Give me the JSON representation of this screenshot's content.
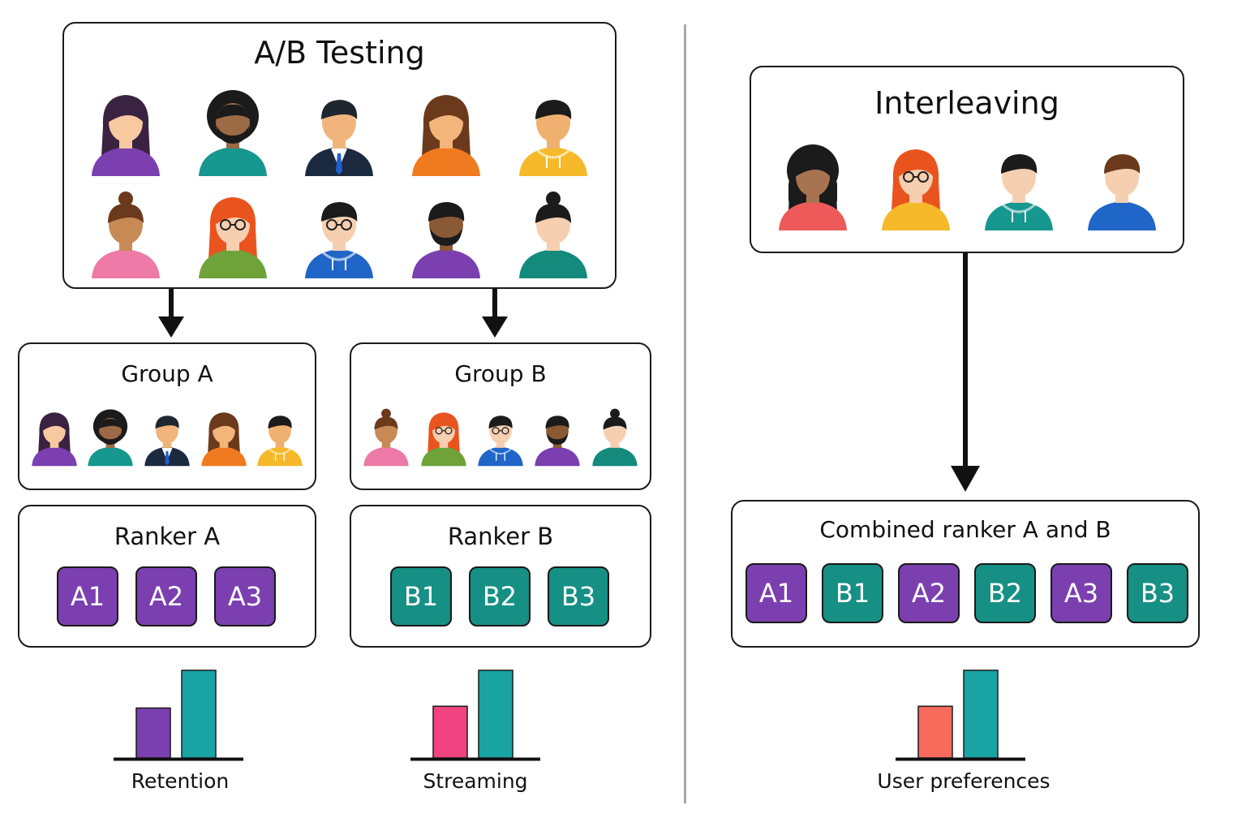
{
  "ab": {
    "title": "A/B Testing",
    "people": [
      {
        "skin": "#f8c8a0",
        "hair": "#3a2340",
        "shirt": "#7b3fb0",
        "style": "long"
      },
      {
        "skin": "#9c6b45",
        "hair": "#1b1b1b",
        "shirt": "#16978f",
        "style": "afro-beard"
      },
      {
        "skin": "#f1b57c",
        "hair": "#1f2630",
        "shirt": "#1c2a40",
        "style": "suit"
      },
      {
        "skin": "#f3b57a",
        "hair": "#6b3a1c",
        "shirt": "#f07a20",
        "style": "long"
      },
      {
        "skin": "#f0b070",
        "hair": "#1b1b1b",
        "shirt": "#f5b92a",
        "style": "hoodie"
      },
      {
        "skin": "#c78a55",
        "hair": "#6b3a1c",
        "shirt": "#ee7aa7",
        "style": "bun"
      },
      {
        "skin": "#f6cfb0",
        "hair": "#e9541e",
        "shirt": "#6fa33a",
        "style": "long-glasses"
      },
      {
        "skin": "#f6cfb0",
        "hair": "#1b1b1b",
        "shirt": "#2066c8",
        "style": "hoodie-glasses"
      },
      {
        "skin": "#8a5a35",
        "hair": "#1b1b1b",
        "shirt": "#7b3fb0",
        "style": "beard"
      },
      {
        "skin": "#f6cfb0",
        "hair": "#1b1b1b",
        "shirt": "#138a7c",
        "style": "bun"
      }
    ]
  },
  "group_a": {
    "title": "Group A"
  },
  "group_b": {
    "title": "Group B"
  },
  "ranker_a": {
    "title": "Ranker A",
    "items": [
      "A1",
      "A2",
      "A3"
    ],
    "color": "#7b3fb0"
  },
  "ranker_b": {
    "title": "Ranker B",
    "items": [
      "B1",
      "B2",
      "B3"
    ],
    "color": "#168f84"
  },
  "interleaving": {
    "title": "Interleaving",
    "people": [
      {
        "skin": "#a87350",
        "hair": "#1b1b1b",
        "shirt": "#ee5a5a",
        "style": "afro-long"
      },
      {
        "skin": "#f6cfb0",
        "hair": "#e9541e",
        "shirt": "#f5b92a",
        "style": "long-glasses"
      },
      {
        "skin": "#f6cfb0",
        "hair": "#1b1b1b",
        "shirt": "#16978f",
        "style": "hoodie"
      },
      {
        "skin": "#f6cfb0",
        "hair": "#6b3a1c",
        "shirt": "#2066c8",
        "style": "short"
      }
    ]
  },
  "combined": {
    "title": "Combined ranker A and B",
    "items": [
      {
        "label": "A1",
        "color": "#7b3fb0"
      },
      {
        "label": "B1",
        "color": "#168f84"
      },
      {
        "label": "A2",
        "color": "#7b3fb0"
      },
      {
        "label": "B2",
        "color": "#168f84"
      },
      {
        "label": "A3",
        "color": "#7b3fb0"
      },
      {
        "label": "B3",
        "color": "#168f84"
      }
    ]
  },
  "charts": [
    {
      "label": "Retention",
      "values": [
        0.57,
        1.0
      ],
      "colors": [
        "#7b3fb0",
        "#1aa3a3"
      ]
    },
    {
      "label": "Streaming",
      "values": [
        0.59,
        1.0
      ],
      "colors": [
        "#f0437f",
        "#1aa3a3"
      ]
    },
    {
      "label": "User preferences",
      "values": [
        0.59,
        1.0
      ],
      "colors": [
        "#f86a5c",
        "#1aa3a3"
      ]
    }
  ]
}
